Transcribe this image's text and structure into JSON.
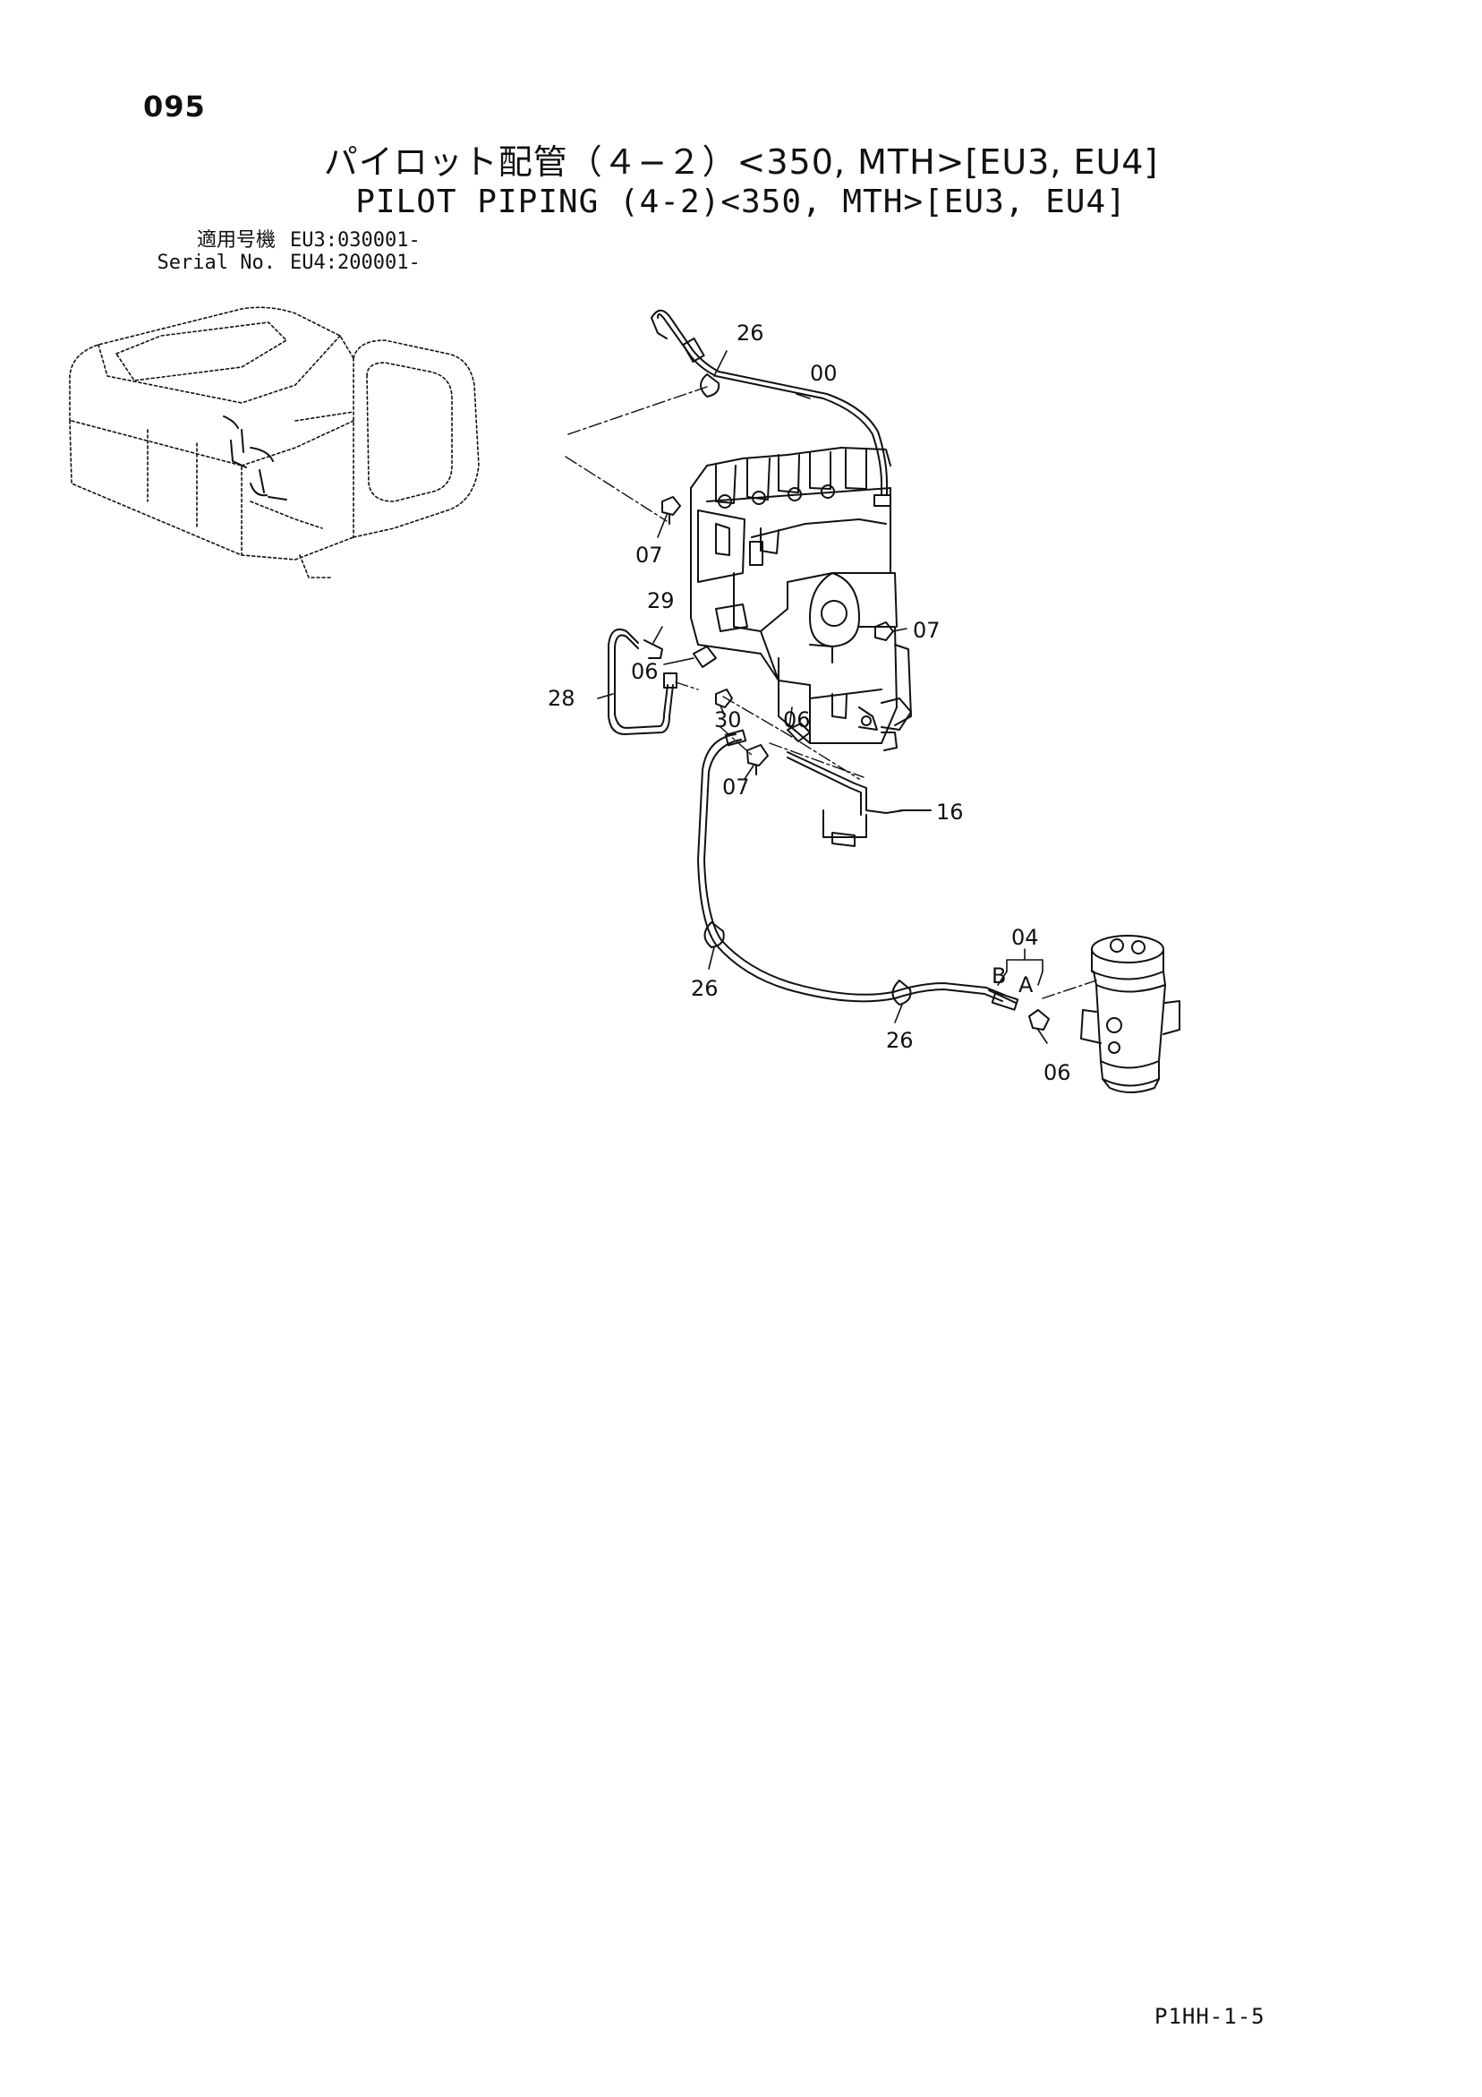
{
  "page": {
    "number": "095",
    "reference_code": "P1HH-1-5"
  },
  "title": {
    "japanese": "パイロット配管（４−２）<350, MTH>[EU3, EU4]",
    "english": "PILOT PIPING (4-2)<350, MTH>[EU3, EU4]"
  },
  "serial_info": {
    "jp_label": "適用号機",
    "en_label": "Serial No.",
    "eu3": "EU3:030001-",
    "eu4": "EU4:200001-"
  },
  "callouts": {
    "c26_top": "26",
    "c00": "00",
    "c07_a": "07",
    "c07_b": "07",
    "c07_c": "07",
    "c29": "29",
    "c06_a": "06",
    "c06_b": "06",
    "c06_c": "06",
    "c28": "28",
    "c30": "30",
    "c16": "16",
    "c04": "04",
    "port_b": "B",
    "port_a": "A",
    "c26_left": "26",
    "c26_bottom": "26"
  },
  "icons": [
    "excavator-overview-icon",
    "control-valve-icon",
    "swivel-joint-icon"
  ]
}
